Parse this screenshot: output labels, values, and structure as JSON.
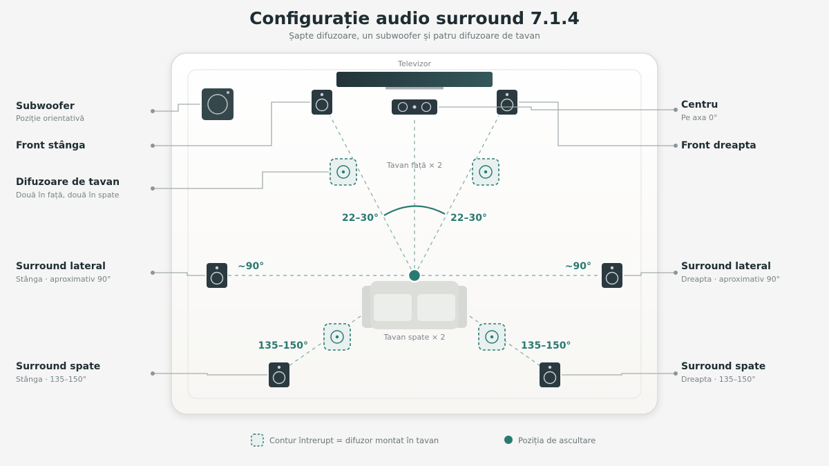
{
  "header": {
    "title": "Configurație audio surround 7.1.4",
    "subtitle": "Șapte difuzoare, un subwoofer și patru difuzoare de tavan"
  },
  "room": {
    "tv_label": "Televizor",
    "ceiling_front_label": "Tavan față × 2",
    "ceiling_rear_label": "Tavan spate × 2"
  },
  "labels": {
    "subwoofer": {
      "title": "Subwoofer",
      "desc": "Poziție orientativă"
    },
    "front_left": {
      "title": "Front stânga"
    },
    "ceiling": {
      "title": "Difuzoare de tavan",
      "desc": "Două în față, două în spate"
    },
    "side_left": {
      "title": "Surround lateral",
      "desc": "Stânga · aproximativ 90°"
    },
    "rear_left": {
      "title": "Surround spate",
      "desc": "Stânga · 135–150°"
    },
    "center": {
      "title": "Centru",
      "desc": "Pe axa 0°"
    },
    "front_right": {
      "title": "Front dreapta"
    },
    "side_right": {
      "title": "Surround lateral",
      "desc": "Dreapta · aproximativ 90°"
    },
    "rear_right": {
      "title": "Surround spate",
      "desc": "Dreapta · 135–150°"
    }
  },
  "angles": {
    "front_left": "22–30°",
    "front_right": "22–30°",
    "side_left": "~90°",
    "side_right": "~90°",
    "rear_left": "135–150°",
    "rear_right": "135–150°"
  },
  "legend": {
    "ceiling": "Contur întrerupt = difuzor montat în tavan",
    "listener": "Poziția de ascultare"
  },
  "colors": {
    "accent": "#2a7a72",
    "speaker": "#2b3a40",
    "ceiling_fill": "#e8f1ef"
  }
}
